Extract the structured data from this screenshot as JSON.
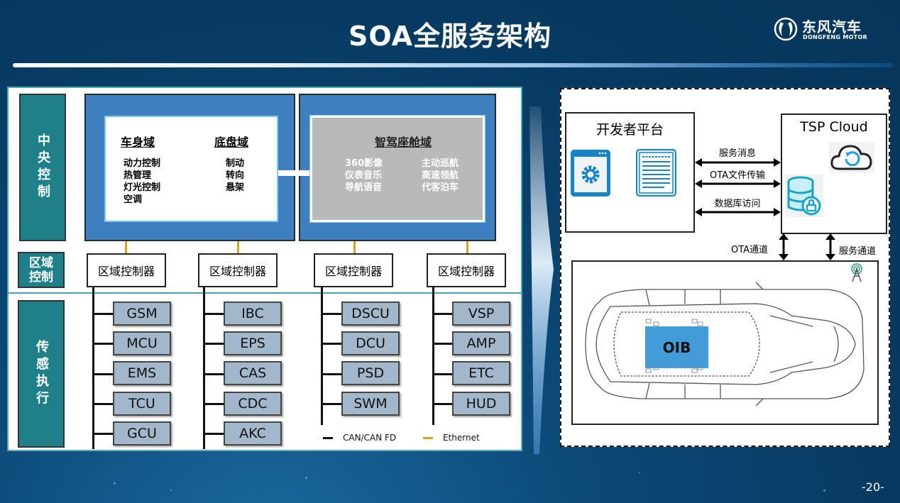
{
  "header": {
    "title": "SOA全服务架构",
    "logo_cn": "东风汽车",
    "logo_en": "DONGFENG MOTOR"
  },
  "left_panel": {
    "row_labels": {
      "central": "中央控制",
      "zone": "区域控制",
      "sense": "传感执行"
    },
    "domains": {
      "body": {
        "title": "车身域",
        "items": [
          "动力控制",
          "热管理",
          "灯光控制",
          "空调"
        ]
      },
      "chassis": {
        "title": "底盘域",
        "items": [
          "制动",
          "转向",
          "悬架"
        ]
      },
      "cockpit": {
        "title": "智驾座舱域",
        "items_left": [
          "360影像",
          "仪表音乐",
          "导航语音"
        ],
        "items_right": [
          "主动巡航",
          "高速领航",
          "代客泊车"
        ]
      }
    },
    "zone_controllers": [
      "区域控制器",
      "区域控制器",
      "区域控制器",
      "区域控制器"
    ],
    "ecu_columns": [
      [
        "GSM",
        "MCU",
        "EMS",
        "TCU",
        "GCU"
      ],
      [
        "IBC",
        "EPS",
        "CAS",
        "CDC",
        "AKC"
      ],
      [
        "DSCU",
        "DCU",
        "PSD",
        "SWM"
      ],
      [
        "VSP",
        "AMP",
        "ETC",
        "HUD"
      ]
    ],
    "legend": {
      "can": "CAN/CAN FD",
      "ethernet": "Ethernet",
      "can_color": "#111111",
      "ethernet_color": "#e0a020"
    }
  },
  "right_panel": {
    "developer_platform": "开发者平台",
    "tsp_cloud": "TSP Cloud",
    "links": [
      "服务消息",
      "OTA文件传输",
      "数据库访问"
    ],
    "channels": {
      "ota": "OTA通道",
      "service": "服务通道"
    },
    "oib": "OIB",
    "icons": [
      "settings-window-icon",
      "document-list-icon",
      "cloud-sync-icon",
      "database-lock-icon",
      "antenna-icon"
    ]
  },
  "footer": {
    "page": "-20-"
  },
  "colors": {
    "background": "#073a62",
    "teal": "#1e8089",
    "domain_blue": "#3d7fbf",
    "ecu_fill": "#a3b7cb",
    "oib_blue": "#439bd8"
  }
}
